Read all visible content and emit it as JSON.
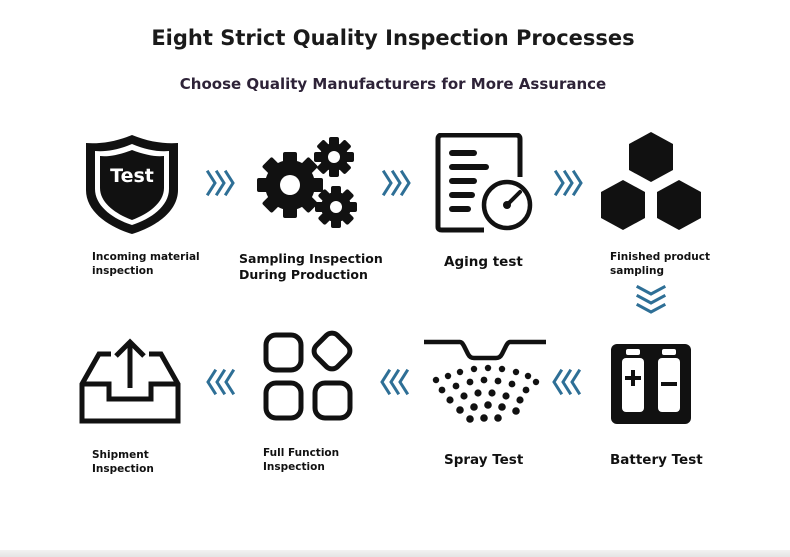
{
  "header": {
    "title": "Eight Strict Quality Inspection Processes",
    "subtitle": "Choose Quality Manufacturers for More Assurance"
  },
  "steps": [
    {
      "label_line1": "Incoming material",
      "label_line2": "inspection",
      "icon": "shield-test-icon",
      "badge": "Test"
    },
    {
      "label_line1": "Sampling Inspection",
      "label_line2": "During Production",
      "icon": "gears-icon"
    },
    {
      "label_line1": "Aging test",
      "icon": "document-gauge-icon"
    },
    {
      "label_line1": "Finished product",
      "label_line2": "sampling",
      "icon": "hexagons-icon"
    },
    {
      "label_line1": "Battery Test",
      "icon": "battery-icon"
    },
    {
      "label_line1": "Spray Test",
      "icon": "spray-icon"
    },
    {
      "label_line1": "Full Function",
      "label_line2": "Inspection",
      "icon": "function-grid-icon"
    },
    {
      "label_line1": "Shipment",
      "label_line2": "Inspection",
      "icon": "tray-upload-icon"
    }
  ],
  "colors": {
    "arrow": "#2e6f96",
    "icon": "#111111"
  }
}
